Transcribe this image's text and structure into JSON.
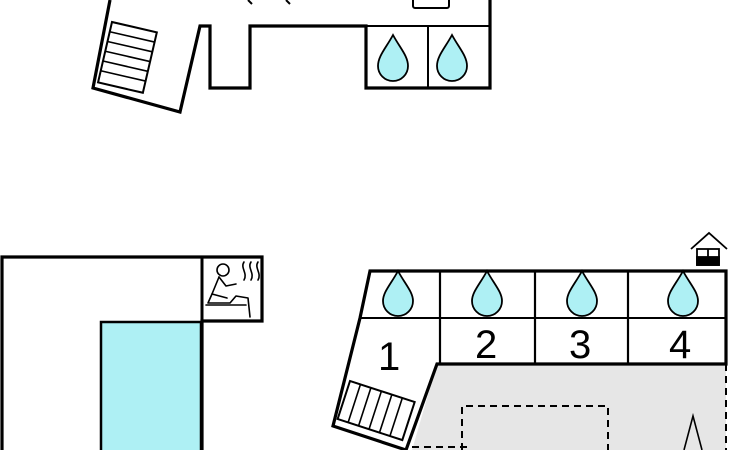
{
  "floorplan": {
    "room_numbers": [
      "1",
      "2",
      "3",
      "4"
    ],
    "icons": {
      "bathroom": "water-drop-icon",
      "sauna": "sauna-icon",
      "fireplace": "fireplace-icon",
      "stairs": "stairs-icon"
    },
    "colors": {
      "water": "#aef0f4",
      "pool": "#aef0f4",
      "terrace": "#e6e6e6",
      "wall": "#000000"
    }
  }
}
